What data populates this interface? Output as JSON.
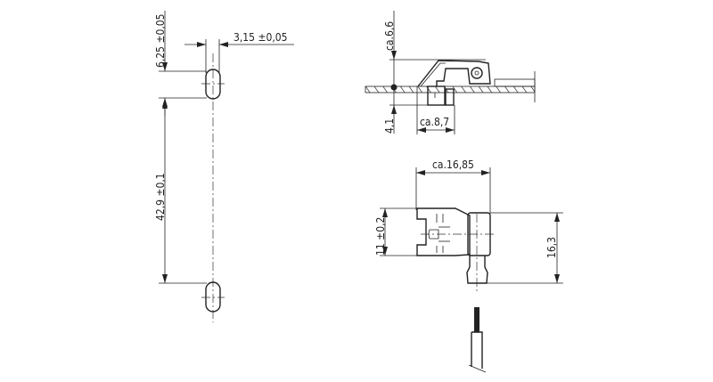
{
  "drawing": {
    "left_view": {
      "dim_slot_offset": "6,25 ±0,05",
      "dim_slot_width": "3,15 ±0,05",
      "dim_slot_spacing": "42,9 ±0,1"
    },
    "side_view": {
      "dim_height_above": "ca.6,6",
      "dim_height_below": "4,1",
      "dim_width": "ca.8,7"
    },
    "top_view": {
      "dim_length": "ca.16,85",
      "dim_width": "11 ±0,2",
      "dim_total_height": "16,3"
    }
  }
}
